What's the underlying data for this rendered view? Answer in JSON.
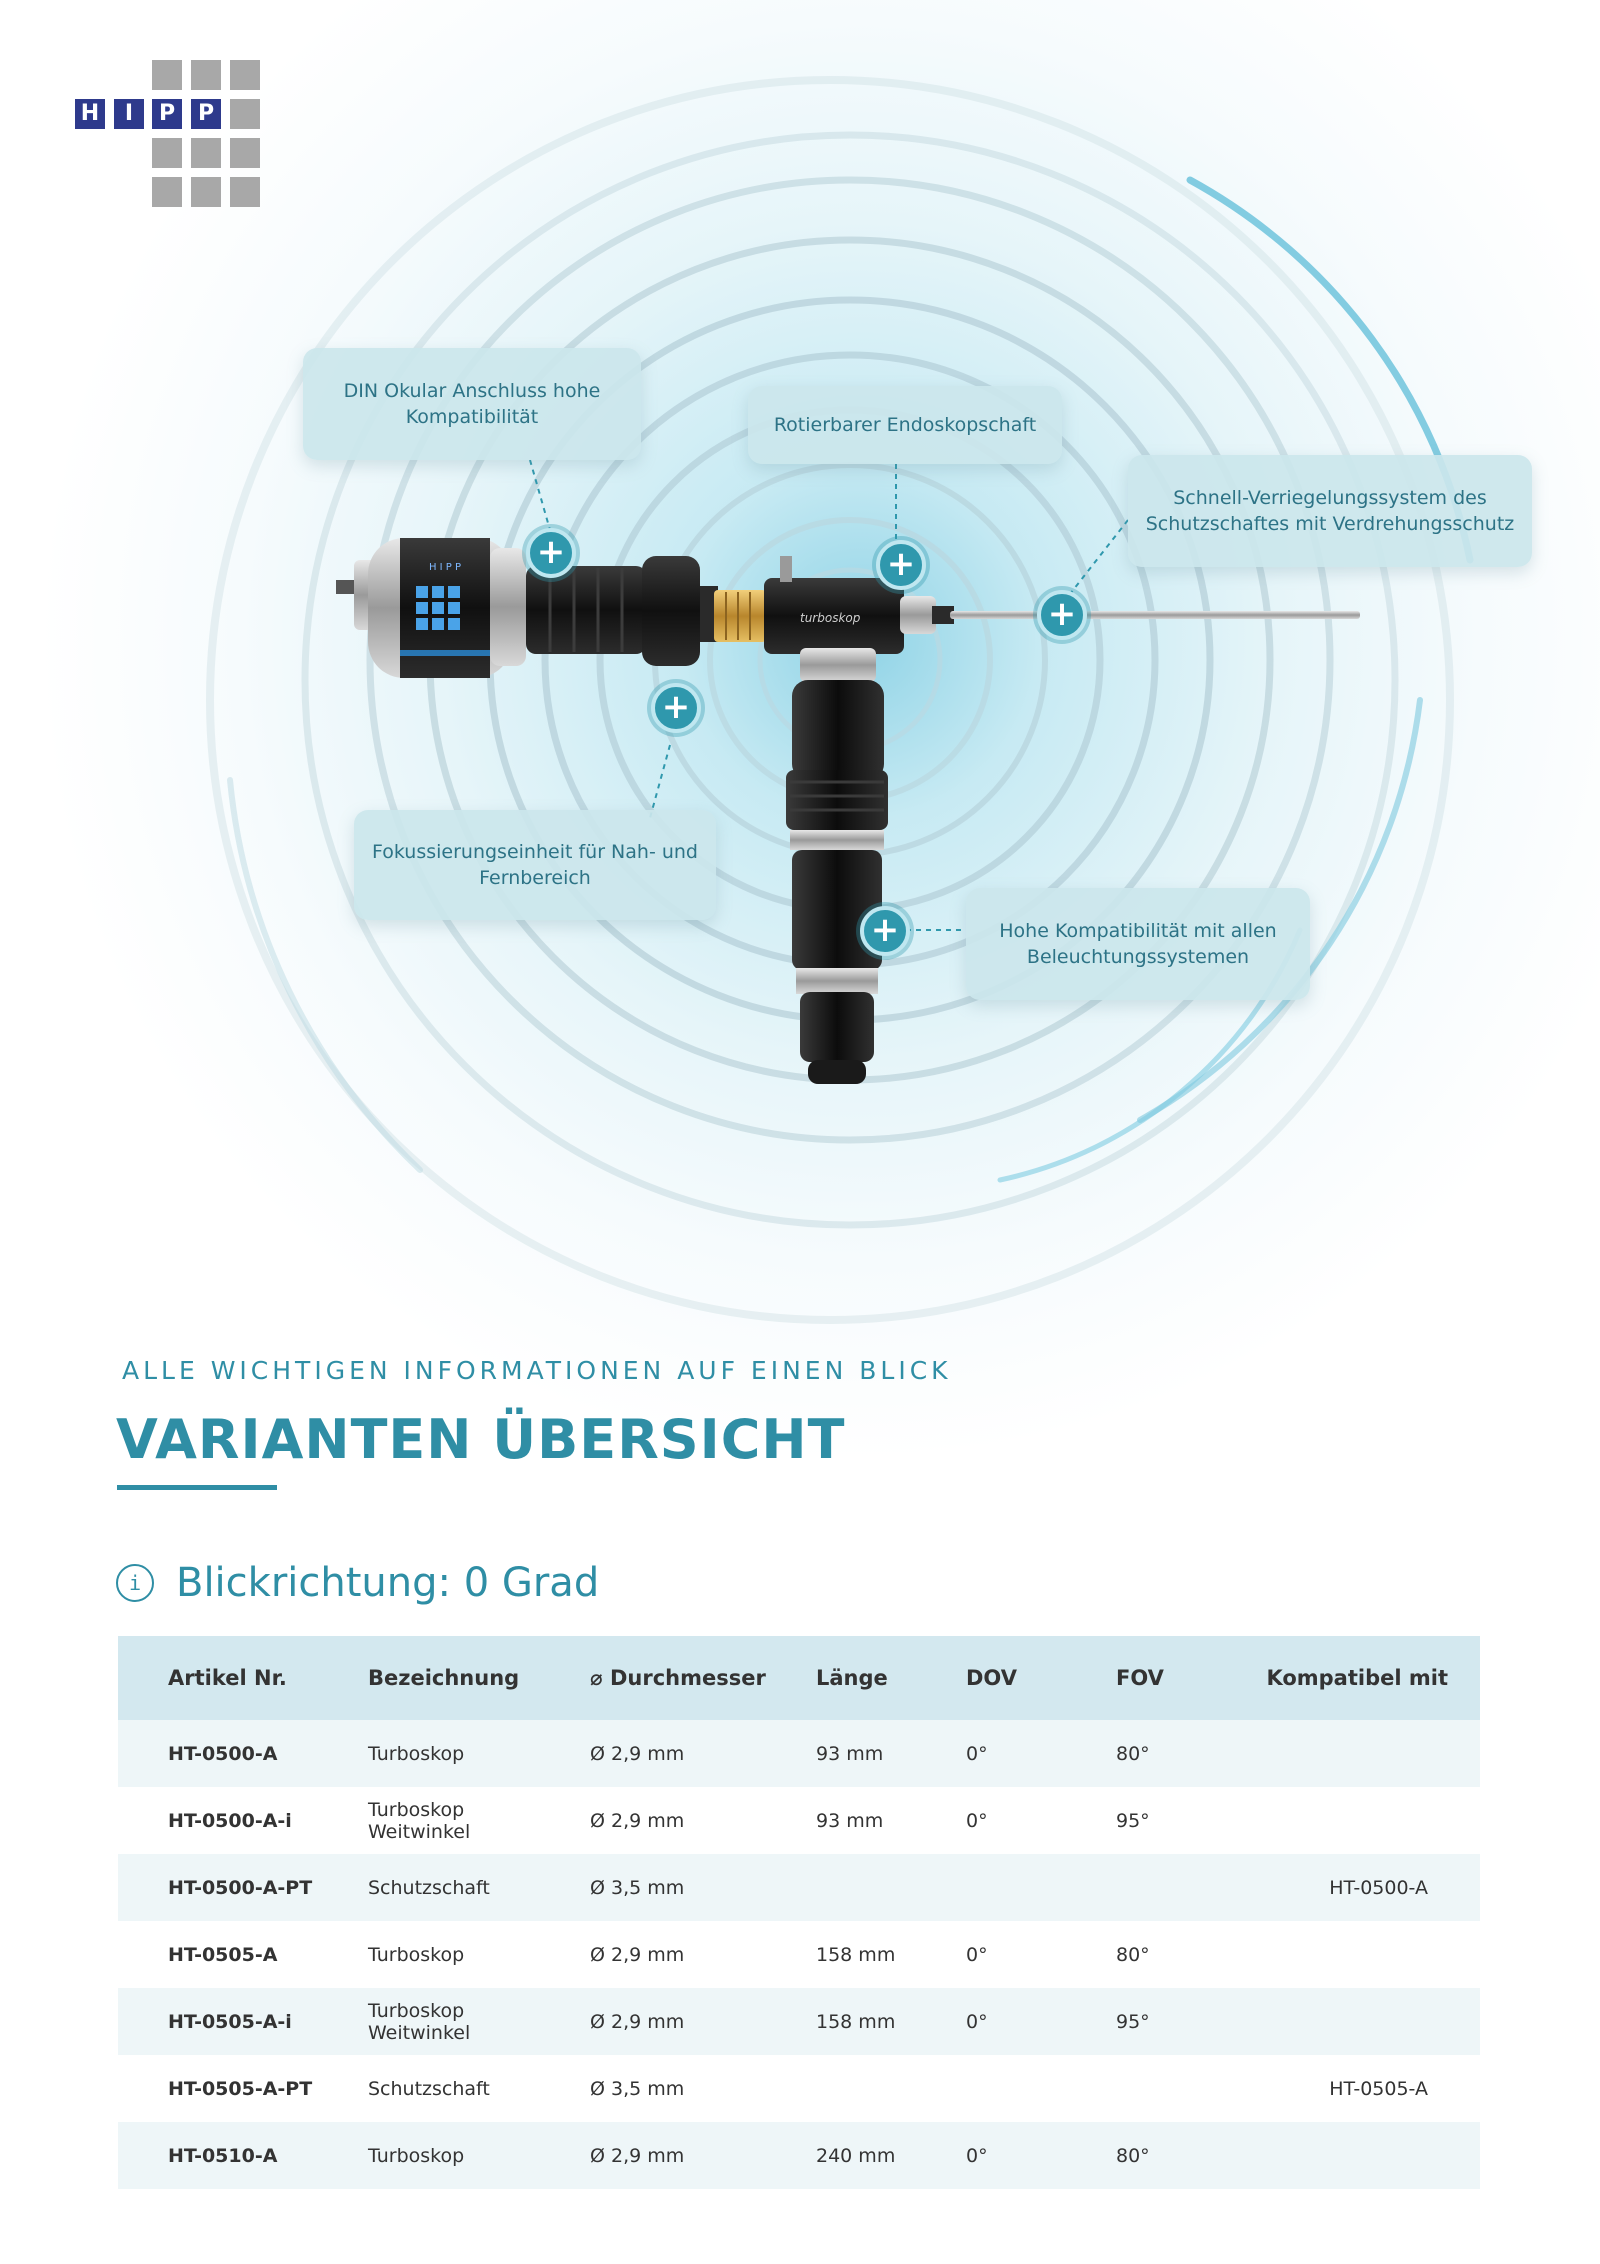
{
  "logo": {
    "letters": [
      "H",
      "I",
      "P",
      "P"
    ]
  },
  "callouts": [
    {
      "id": "din",
      "text": "DIN Okular Anschluss hohe Kompatibilität"
    },
    {
      "id": "rotier",
      "text": "Rotierbarer Endoskopschaft"
    },
    {
      "id": "schnell",
      "text": "Schnell-Verriegelungssystem des Schutzschaftes mit Verdrehungsschutz"
    },
    {
      "id": "fokus",
      "text": "Fokussierungseinheit für Nah- und Fernbereich"
    },
    {
      "id": "hohe",
      "text": "Hohe Kompatibilität mit allen Beleuchtungssystemen"
    }
  ],
  "plus_symbol": "+",
  "device": {
    "head_letters": "H I P P",
    "brand_label": "turboskop"
  },
  "section": {
    "kicker": "ALLE WICHTIGEN INFORMATIONEN AUF EINEN BLICK",
    "title": "VARIANTEN ÜBERSICHT",
    "info_glyph": "i",
    "subhead": "Blickrichtung: 0 Grad"
  },
  "table": {
    "headers": [
      "Artikel Nr.",
      "Bezeichnung",
      "⌀  Durchmesser",
      "Länge",
      "DOV",
      "FOV",
      "Kompatibel mit"
    ],
    "rows": [
      [
        "HT-0500-A",
        "Turboskop",
        "Ø 2,9 mm",
        "93 mm",
        "0°",
        "80°",
        ""
      ],
      [
        "HT-0500-A-i",
        "Turboskop Weitwinkel",
        "Ø 2,9 mm",
        "93 mm",
        "0°",
        "95°",
        ""
      ],
      [
        "HT-0500-A-PT",
        "Schutzschaft",
        "Ø 3,5 mm",
        "",
        "",
        "",
        "HT-0500-A"
      ],
      [
        "HT-0505-A",
        "Turboskop",
        "Ø 2,9 mm",
        "158 mm",
        "0°",
        "80°",
        ""
      ],
      [
        "HT-0505-A-i",
        "Turboskop Weitwinkel",
        "Ø 2,9 mm",
        "158 mm",
        "0°",
        "95°",
        ""
      ],
      [
        "HT-0505-A-PT",
        "Schutzschaft",
        "Ø 3,5 mm",
        "",
        "",
        "",
        "HT-0505-A"
      ],
      [
        "HT-0510-A",
        "Turboskop",
        "Ø 2,9 mm",
        "240 mm",
        "0°",
        "80°",
        ""
      ]
    ]
  }
}
